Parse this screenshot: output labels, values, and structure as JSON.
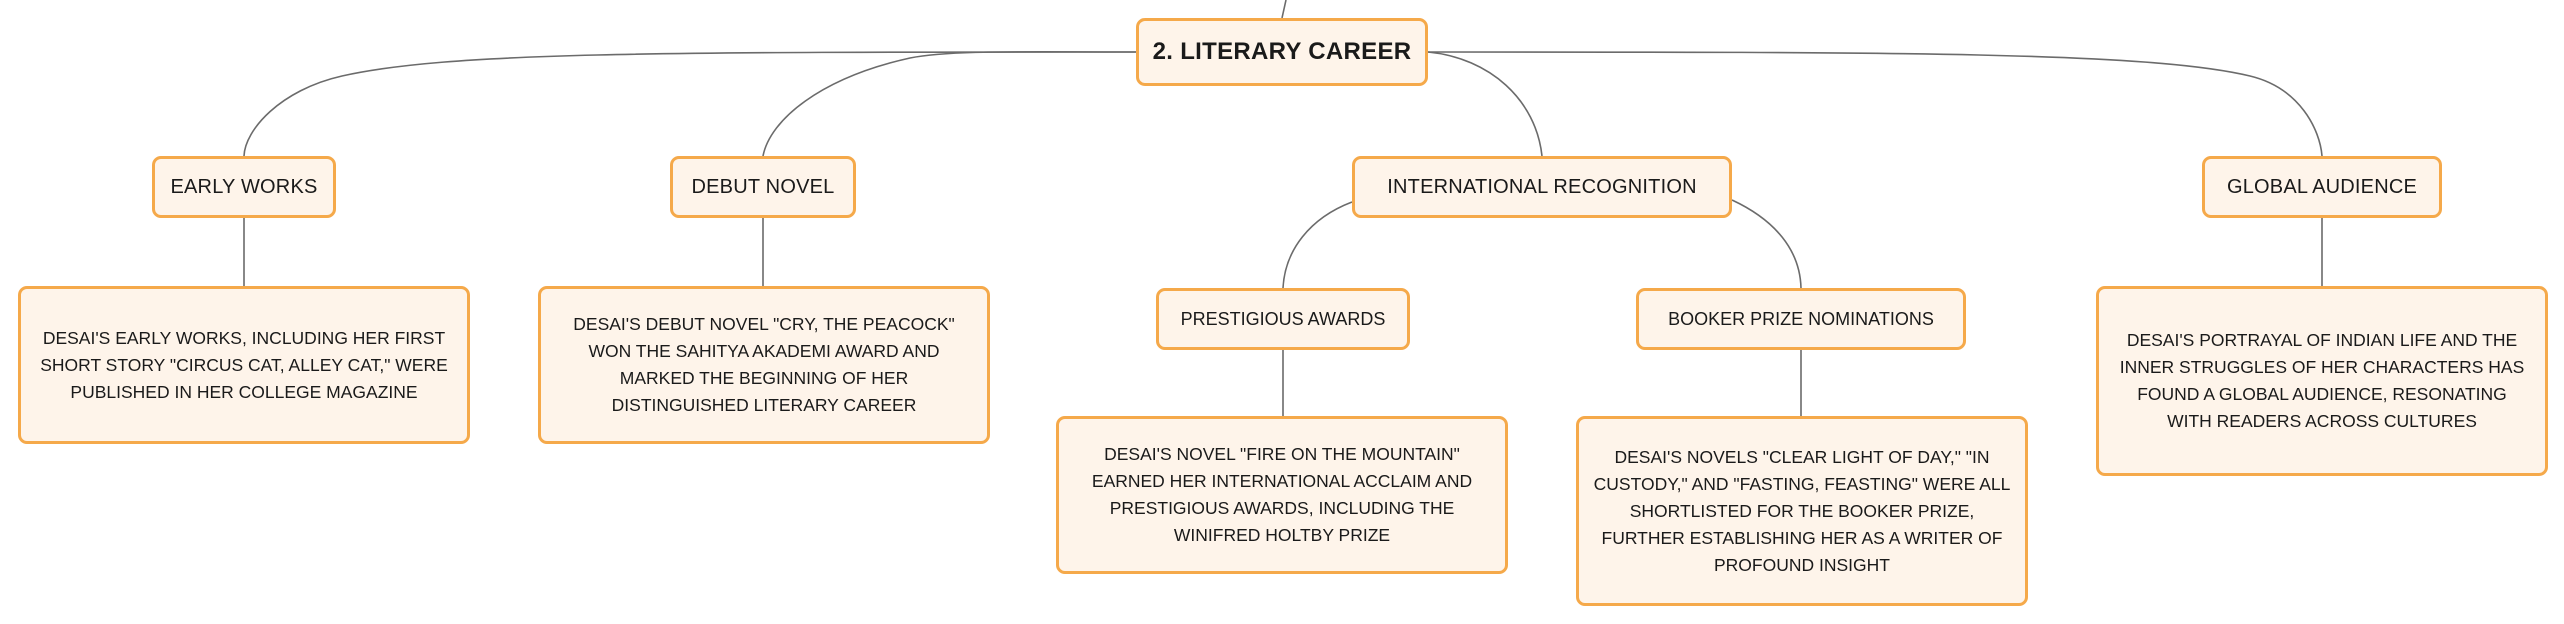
{
  "root": {
    "label": "2. LITERARY CAREER"
  },
  "branches": {
    "early_works": {
      "label": "EARLY WORKS",
      "detail": "DESAI'S EARLY WORKS, INCLUDING HER FIRST SHORT STORY \"CIRCUS CAT, ALLEY CAT,\" WERE PUBLISHED IN HER COLLEGE MAGAZINE"
    },
    "debut_novel": {
      "label": "DEBUT NOVEL",
      "detail": "DESAI'S DEBUT NOVEL \"CRY, THE PEACOCK\" WON THE SAHITYA AKADEMI AWARD AND MARKED THE BEGINNING OF HER DISTINGUISHED LITERARY CAREER"
    },
    "international_recognition": {
      "label": "INTERNATIONAL RECOGNITION",
      "children": {
        "prestigious_awards": {
          "label": "PRESTIGIOUS AWARDS",
          "detail": "DESAI'S NOVEL \"FIRE ON THE MOUNTAIN\" EARNED HER INTERNATIONAL ACCLAIM AND PRESTIGIOUS AWARDS, INCLUDING THE WINIFRED HOLTBY PRIZE"
        },
        "booker_prize_nominations": {
          "label": "BOOKER PRIZE NOMINATIONS",
          "detail": "DESAI'S NOVELS \"CLEAR LIGHT OF DAY,\" \"IN CUSTODY,\" AND \"FASTING, FEASTING\" WERE ALL SHORTLISTED FOR THE BOOKER PRIZE, FURTHER ESTABLISHING HER AS A WRITER OF PROFOUND INSIGHT"
        }
      }
    },
    "global_audience": {
      "label": "GLOBAL AUDIENCE",
      "detail": "DESAI'S PORTRAYAL OF INDIAN LIFE AND THE INNER STRUGGLES OF HER CHARACTERS HAS FOUND A GLOBAL AUDIENCE, RESONATING WITH READERS ACROSS CULTURES"
    }
  },
  "colors": {
    "node_fill": "#fef4ea",
    "node_border": "#f5a94a",
    "connector": "#6b6b6b",
    "text": "#1a1a1a"
  }
}
